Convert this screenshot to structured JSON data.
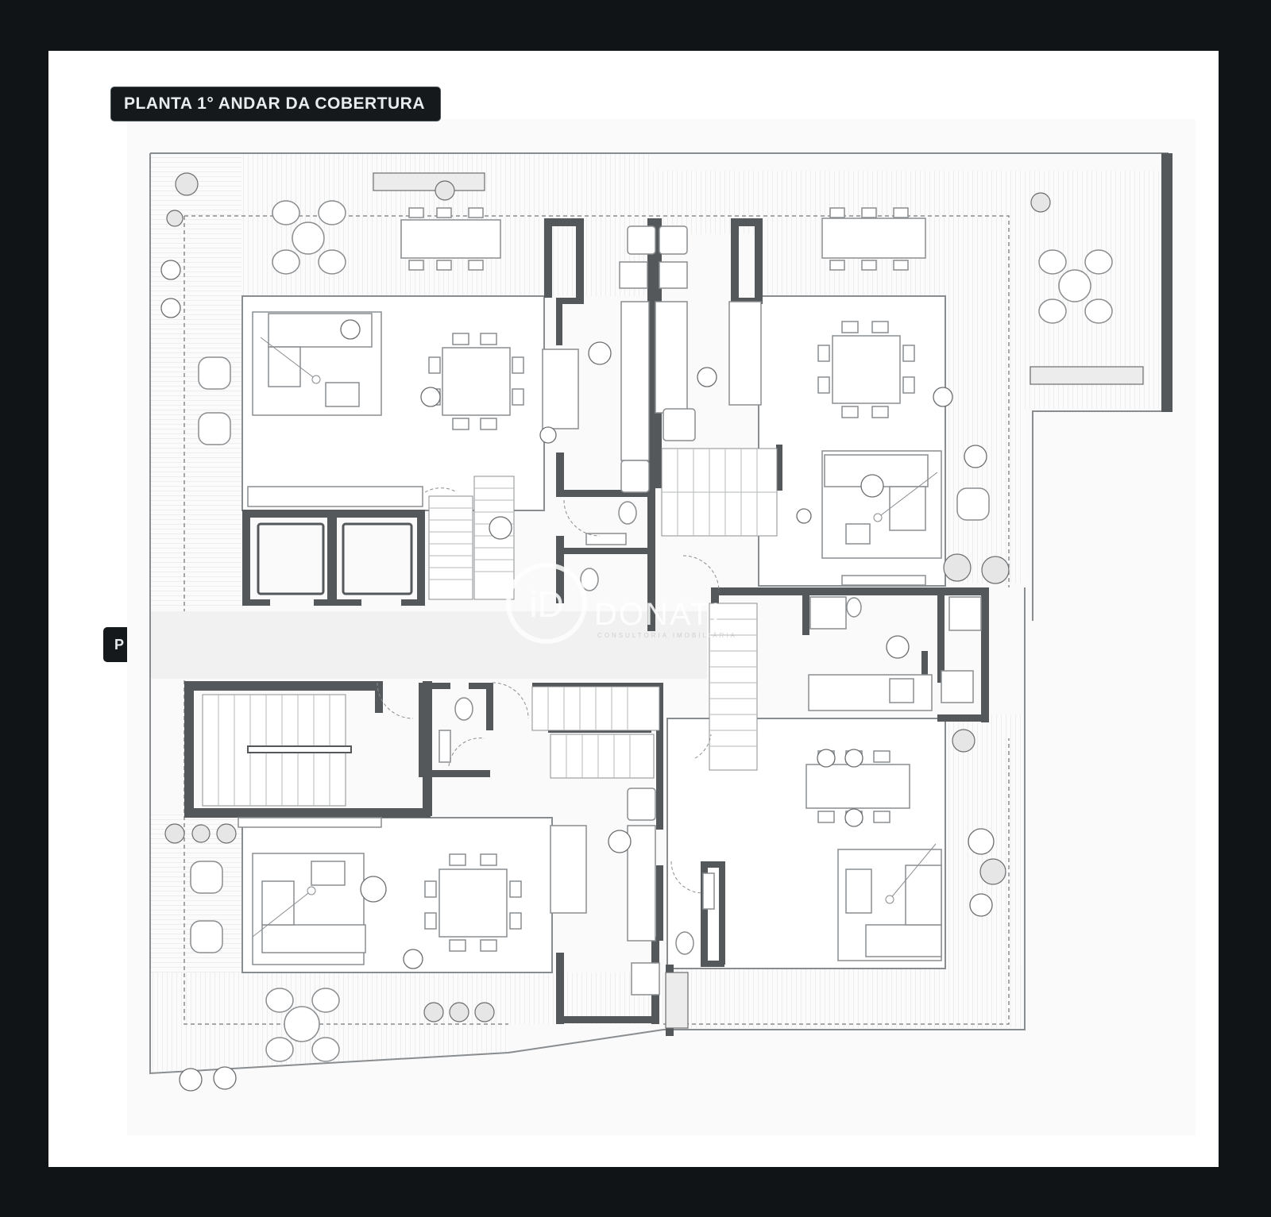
{
  "title": "PLANTA 1° ANDAR DA COBERTURA",
  "side_tab_label": "P",
  "watermark": {
    "logo_letters": "iD",
    "name": "DONATI",
    "tagline": "CONSULTORIA IMOBILIÁRIA"
  },
  "colors": {
    "page_background": "#111417",
    "sheet": "#ffffff",
    "wall": "#55585a",
    "line": "#8a8d90",
    "deck": "#d9d9d9",
    "tab": "#15191c"
  },
  "icons": [
    "chair-icon",
    "table-icon",
    "sofa-icon",
    "stair-icon",
    "elevator-icon",
    "toilet-icon",
    "plant-icon",
    "person-icon",
    "armchair-icon",
    "bed-icon"
  ]
}
